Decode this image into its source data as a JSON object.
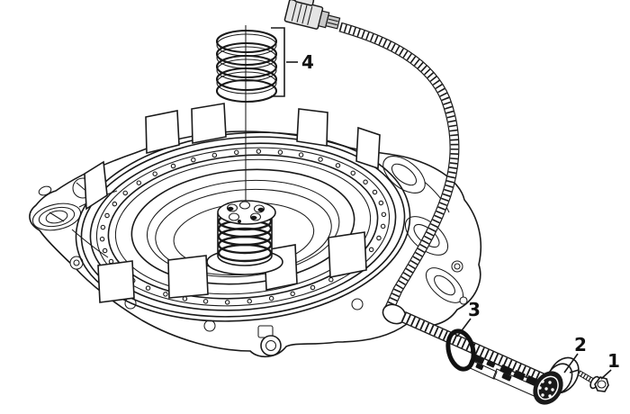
{
  "diagram": {
    "type": "exploded-parts-line-drawing",
    "background_color": "#ffffff",
    "line_color": "#1a1a1a",
    "callouts": [
      {
        "label": "1"
      },
      {
        "label": "2"
      },
      {
        "label": "3"
      },
      {
        "label": "4"
      }
    ]
  }
}
